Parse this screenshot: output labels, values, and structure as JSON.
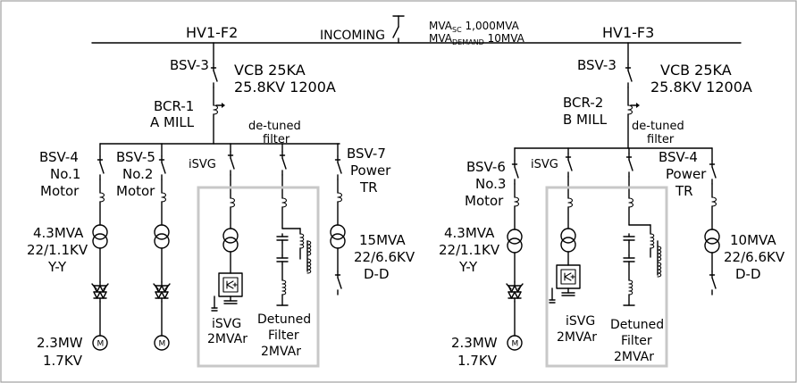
{
  "incoming": {
    "label": "INCOMING",
    "mva_sc_prefix": "MVA",
    "mva_sc_sub": "SC",
    "mva_sc_value": " 1,000MVA",
    "mva_demand_prefix": "MVA",
    "mva_demand_sub": "DEMAND",
    "mva_demand_value": " 10MVA"
  },
  "left": {
    "feeder": "HV1-F2",
    "bsv_main": "BSV-3",
    "vcb_line1": "VCB 25KA",
    "vcb_line2": "25.8KV 1200A",
    "bcr_line1": "BCR-1",
    "bcr_line2": "A MILL",
    "filter_line1": "de-tuned",
    "filter_line2": "filter",
    "bsv4_line1": "BSV-4",
    "bsv4_line2": "No.1",
    "bsv4_line3": "Motor",
    "bsv5_line1": "BSV-5",
    "bsv5_line2": "No.2",
    "bsv5_line3": "Motor",
    "isvg_label": "iSVG",
    "bsv7_line1": "BSV-7",
    "bsv7_line2": "Power",
    "bsv7_line3": "TR",
    "tr_line1": "4.3MVA",
    "tr_line2": "22/1.1KV",
    "tr_line3": "Y-Y",
    "motor_line1": "2.3MW",
    "motor_line2": "1.7KV",
    "motor_symbol": "M",
    "svg_line1": "iSVG",
    "svg_line2": "2MVAr",
    "filt_line1": "Detuned",
    "filt_line2": "Filter",
    "filt_line3": "2MVAr",
    "ptr_line1": "15MVA",
    "ptr_line2": "22/6.6KV",
    "ptr_line3": "D-D"
  },
  "right": {
    "feeder": "HV1-F3",
    "bsv_main": "BSV-3",
    "vcb_line1": "VCB 25KA",
    "vcb_line2": "25.8KV 1200A",
    "bcr_line1": "BCR-2",
    "bcr_line2": "B MILL",
    "filter_line1": "de-tuned",
    "filter_line2": "filter",
    "bsv6_line1": "BSV-6",
    "bsv6_line2": "No.3",
    "bsv6_line3": "Motor",
    "isvg_label": "iSVG",
    "bsv4_line1": "BSV-4",
    "bsv4_line2": "Power",
    "bsv4_line3": "TR",
    "tr_line1": "4.3MVA",
    "tr_line2": "22/1.1KV",
    "tr_line3": "Y-Y",
    "motor_line1": "2.3MW",
    "motor_line2": "1.7KV",
    "motor_symbol": "M",
    "svg_line1": "iSVG",
    "svg_line2": "2MVAr",
    "filt_line1": "Detuned",
    "filt_line2": "Filter",
    "filt_line3": "2MVAr",
    "ptr_line1": "10MVA",
    "ptr_line2": "22/6.6KV",
    "ptr_line3": "D-D"
  }
}
